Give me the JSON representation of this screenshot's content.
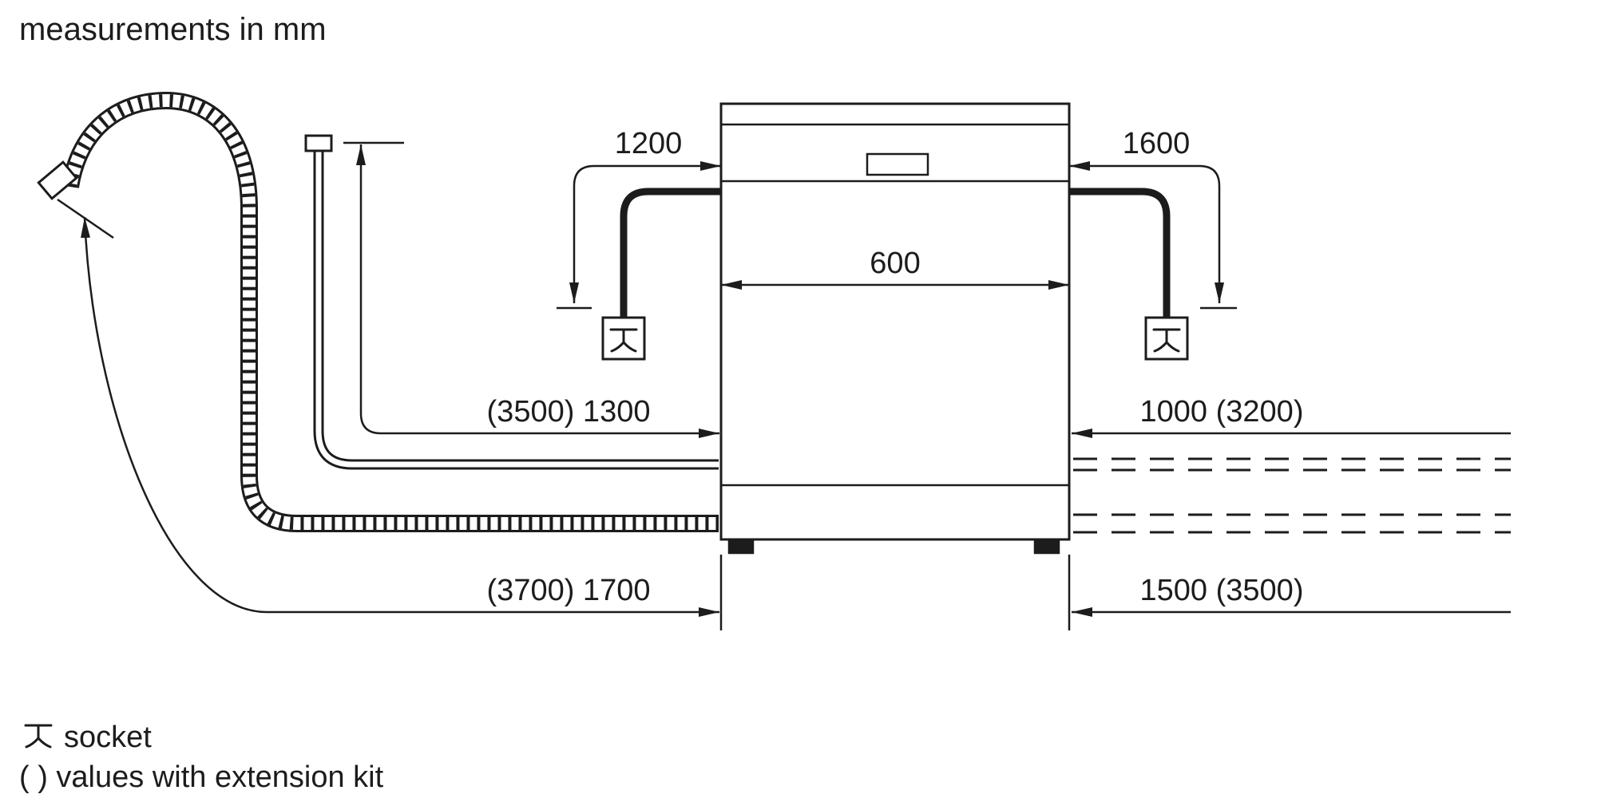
{
  "title": "measurements in mm",
  "colors": {
    "line": "#1c1c1c",
    "background": "#ffffff"
  },
  "dimensions": {
    "cable_left": "1200",
    "cable_right": "1600",
    "appliance_width": "600",
    "supply_left": "(3500) 1300",
    "supply_right": "1000 (3200)",
    "drain_left": "(3700) 1700",
    "drain_right": "1500 (3500)"
  },
  "legend": {
    "socket_label": "socket",
    "extension_note": "( ) values with extension kit"
  }
}
